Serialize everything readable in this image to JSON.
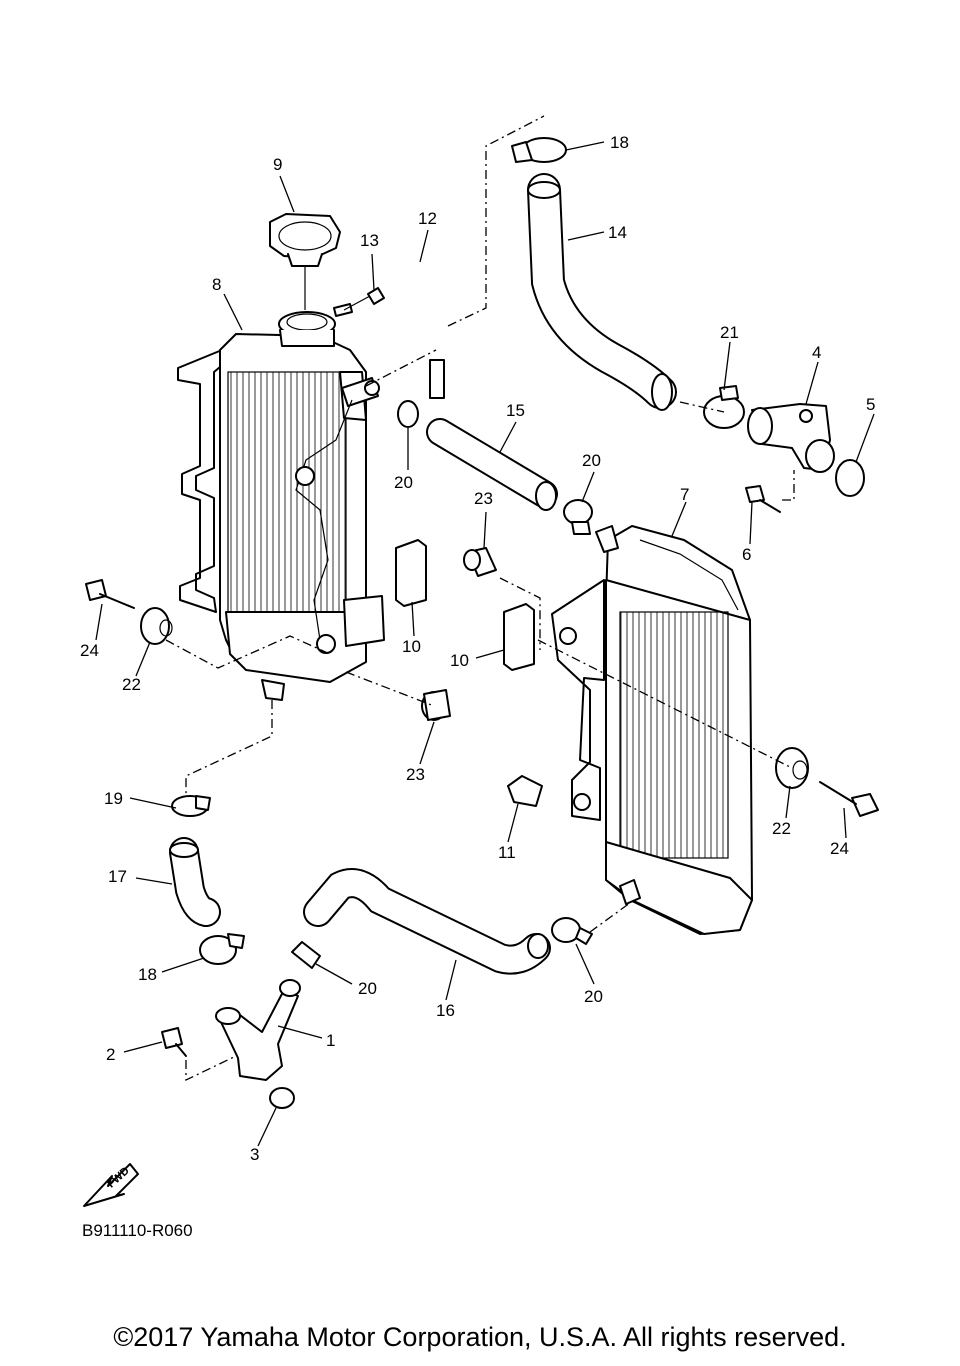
{
  "diagram": {
    "reference_code": "B911110-R060",
    "fwd_label": "FWD",
    "callouts": {
      "c1": "1",
      "c2": "2",
      "c3": "3",
      "c4": "4",
      "c5": "5",
      "c6": "6",
      "c7": "7",
      "c8": "8",
      "c9": "9",
      "c10a": "10",
      "c10b": "10",
      "c11": "11",
      "c12": "12",
      "c13": "13",
      "c14": "14",
      "c15": "15",
      "c16": "16",
      "c17": "17",
      "c18a": "18",
      "c18b": "18",
      "c19": "19",
      "c20a": "20",
      "c20b": "20",
      "c20c": "20",
      "c20d": "20",
      "c21": "21",
      "c22a": "22",
      "c22b": "22",
      "c23a": "23",
      "c23b": "23",
      "c24a": "24",
      "c24b": "24"
    }
  },
  "footer": {
    "copyright": "©2017 Yamaha Motor Corporation, U.S.A. All rights reserved."
  }
}
